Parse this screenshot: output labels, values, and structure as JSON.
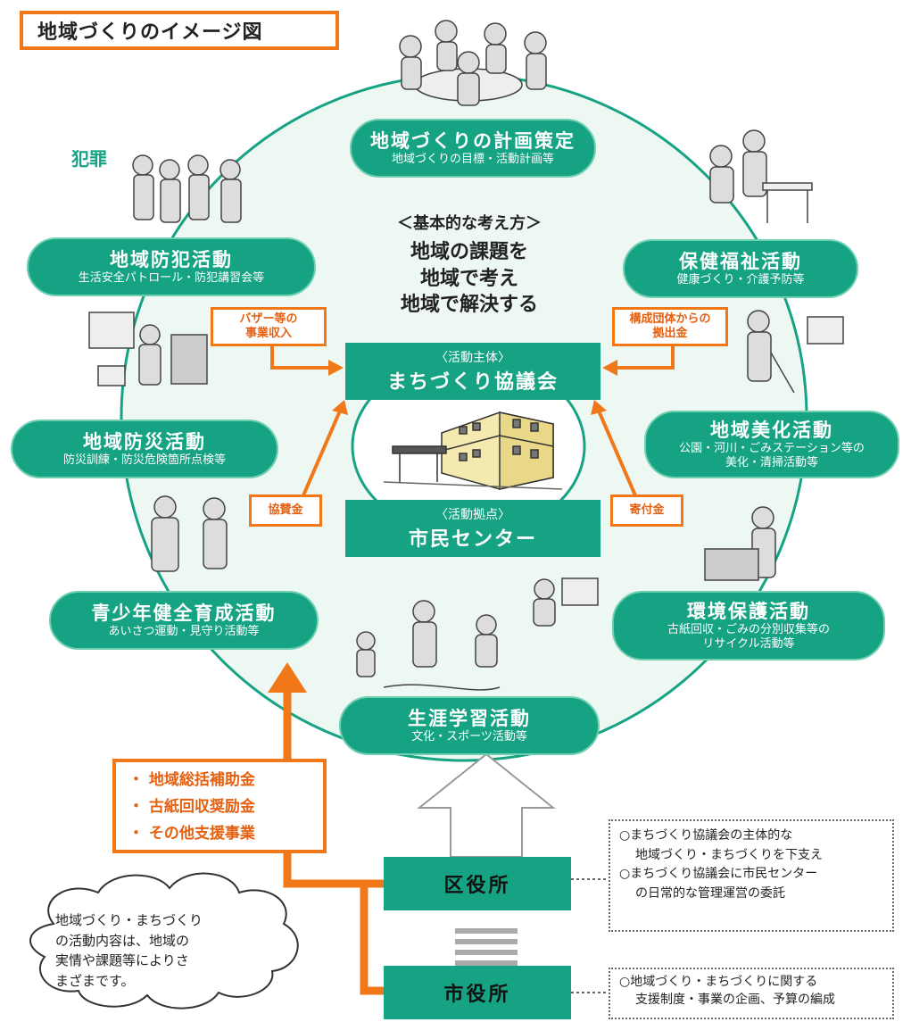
{
  "title": "地域づくりのイメージ図",
  "philosophy": {
    "heading": "＜基本的な考え方＞",
    "lines": [
      "地域の課題を",
      "地域で考え",
      "地域で解決する"
    ]
  },
  "core": {
    "actor_label": "〈活動主体〉",
    "actor_name": "まちづくり協議会",
    "base_label": "〈活動拠点〉",
    "base_name": "市民センター"
  },
  "activities": {
    "planning": {
      "title": "地域づくりの計画策定",
      "sub": "地域づくりの目標・活動計画等"
    },
    "welfare": {
      "title": "保健福祉活動",
      "sub": "健康づくり・介護予防等"
    },
    "beautify": {
      "title": "地域美化活動",
      "sub1": "公園・河川・ごみステーション等の",
      "sub2": "美化・清掃活動等"
    },
    "environment": {
      "title": "環境保護活動",
      "sub1": "古紙回収・ごみの分別収集等の",
      "sub2": "リサイクル活動等"
    },
    "learning": {
      "title": "生涯学習活動",
      "sub": "文化・スポーツ活動等"
    },
    "youth": {
      "title": "青少年健全育成活動",
      "sub": "あいさつ運動・見守り活動等"
    },
    "disaster": {
      "title": "地域防災活動",
      "sub": "防災訓練・防災危険箇所点検等"
    },
    "crime": {
      "title": "地域防犯活動",
      "sub": "生活安全パトロール・防犯講習会等"
    }
  },
  "funding": {
    "bazaar": [
      "バザー等の",
      "事業収入"
    ],
    "member": [
      "構成団体からの",
      "拠出金"
    ],
    "sponsor": "協賛金",
    "donation": "寄付金"
  },
  "subsidies": [
    "地域総括補助金",
    "古紙回収奨励金",
    "その他支援事業"
  ],
  "offices": {
    "ward": "区役所",
    "city": "市役所"
  },
  "notes": {
    "ward": [
      "○まちづくり協議会の主体的な",
      "地域づくり・まちづくりを下支え",
      "○まちづくり協議会に市民センター",
      "の日常的な管理運営の委託"
    ],
    "city": [
      "○地域づくり・まちづくりに関する",
      "支援制度・事業の企画、予算の編成"
    ]
  },
  "cloud": [
    "地域づくり・まちづくり",
    "の活動内容は、地域の",
    "実情や課題等によりさ",
    "まざまです。"
  ],
  "crime_illus_text": "犯罪",
  "colors": {
    "green": "#16a383",
    "orange": "#f07818",
    "circle_fill": "#eef8f3",
    "circle_stroke": "#16a383"
  }
}
